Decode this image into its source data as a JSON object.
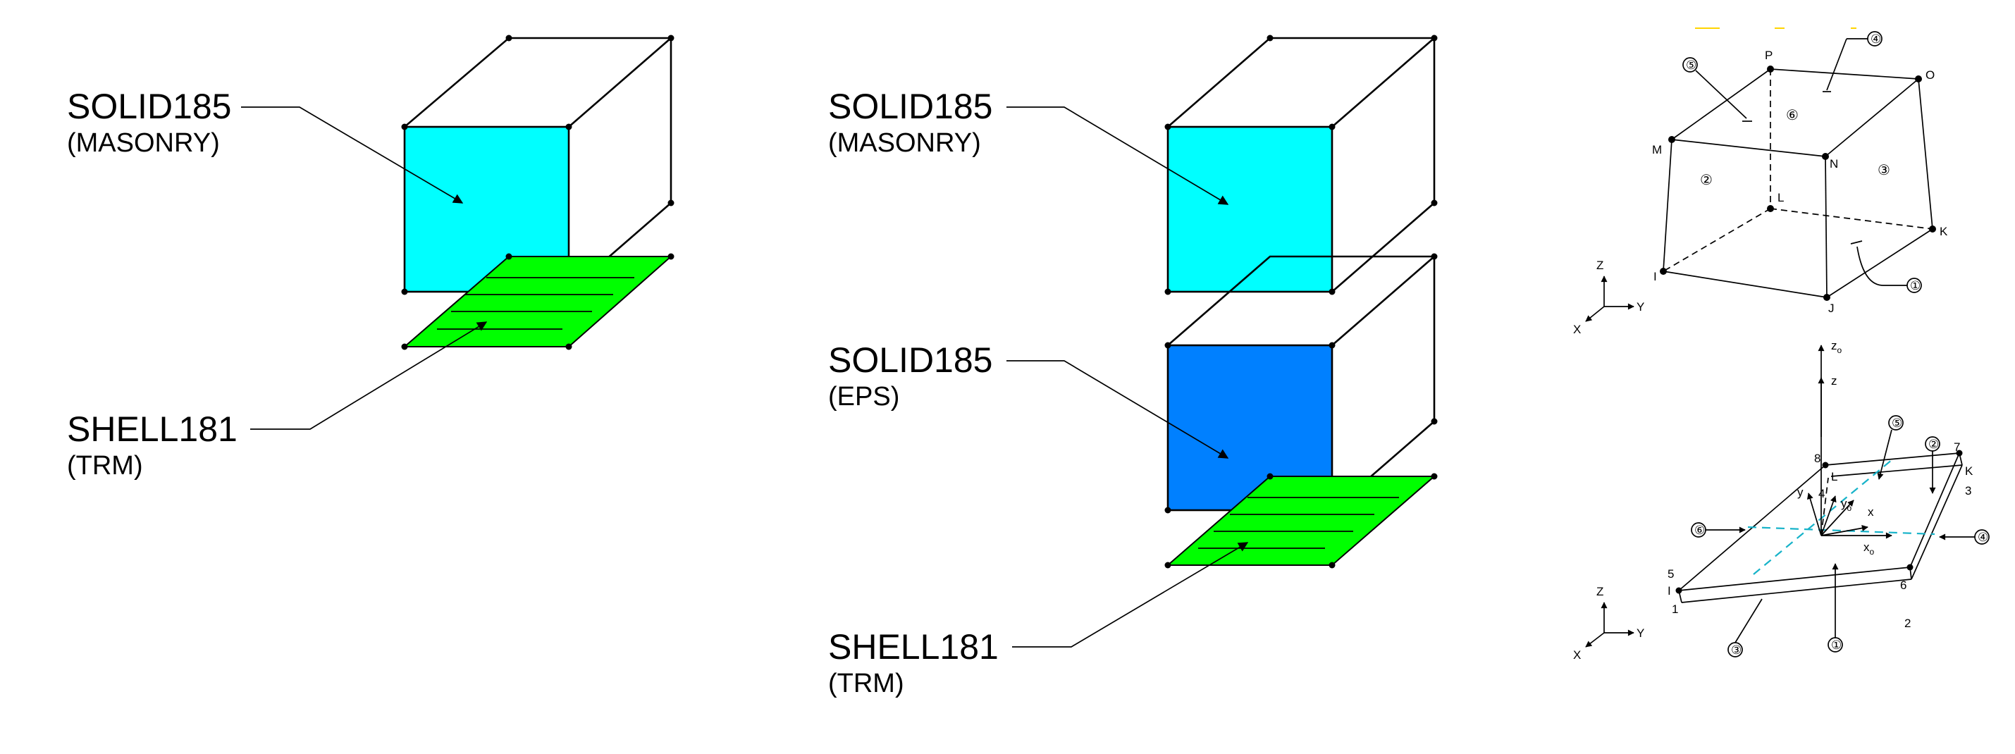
{
  "labels": {
    "left_solid_name": "SOLID185",
    "left_solid_material": "(MASONRY)",
    "left_shell_name": "SHELL181",
    "left_shell_material": "(TRM)",
    "mid_solid1_name": "SOLID185",
    "mid_solid1_material": "(MASONRY)",
    "mid_solid2_name": "SOLID185",
    "mid_solid2_material": "(EPS)",
    "mid_shell_name": "SHELL181",
    "mid_shell_material": "(TRM)"
  },
  "solid_element": {
    "nodes": {
      "I": "I",
      "J": "J",
      "K": "K",
      "L": "L",
      "M": "M",
      "N": "N",
      "O": "O",
      "P": "P"
    },
    "faces": {
      "f1": "①",
      "f2": "②",
      "f3": "③",
      "f4": "④",
      "f5": "⑤",
      "f6": "⑥"
    },
    "axes": {
      "z": "Z",
      "y": "Y",
      "x": "X"
    }
  },
  "shell_element": {
    "nodes": {
      "I": "I",
      "K": "K",
      "L": "L"
    },
    "node_numbers": {
      "n1": "1",
      "n2": "2",
      "n3": "3",
      "n4": "4",
      "n5": "5",
      "n6": "6",
      "n7": "7",
      "n8": "8"
    },
    "faces": {
      "f1": "①",
      "f2": "②",
      "f3": "③",
      "f4": "④",
      "f5": "⑤",
      "f6": "⑥"
    },
    "local_axes": {
      "z0": "z",
      "z0_sub": "o",
      "z": "z",
      "y": "y",
      "y0": "y",
      "y0_sub": "o",
      "x": "x",
      "x0": "x",
      "x0_sub": "o"
    },
    "axes": {
      "z": "Z",
      "y": "Y",
      "x": "X"
    }
  },
  "colors": {
    "masonry": "#00ffff",
    "eps": "#0080ff",
    "trm": "#00ff00",
    "face_marker": "#17b3c9"
  }
}
